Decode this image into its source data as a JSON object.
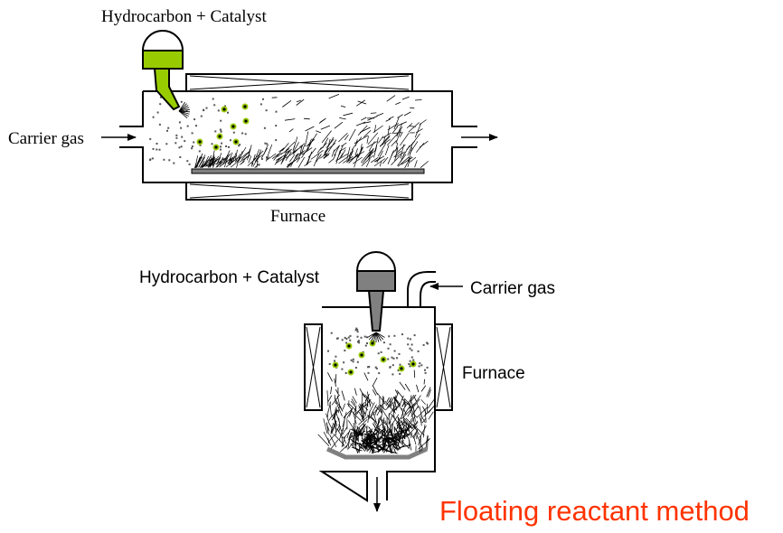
{
  "horizontal_reactor": {
    "feed_label": "Hydrocarbon + Catalyst",
    "carrier_label": "Carrier gas",
    "furnace_label": "Furnace"
  },
  "vertical_reactor": {
    "feed_label": "Hydrocarbon + Catalyst",
    "carrier_label": "Carrier gas",
    "furnace_label": "Furnace"
  },
  "caption": "Floating reactant method",
  "colors": {
    "catalyst_green": "#99cc00",
    "caption_red": "#ff3300",
    "hopper_gray": "#808080",
    "substrate_gray": "#808080"
  }
}
